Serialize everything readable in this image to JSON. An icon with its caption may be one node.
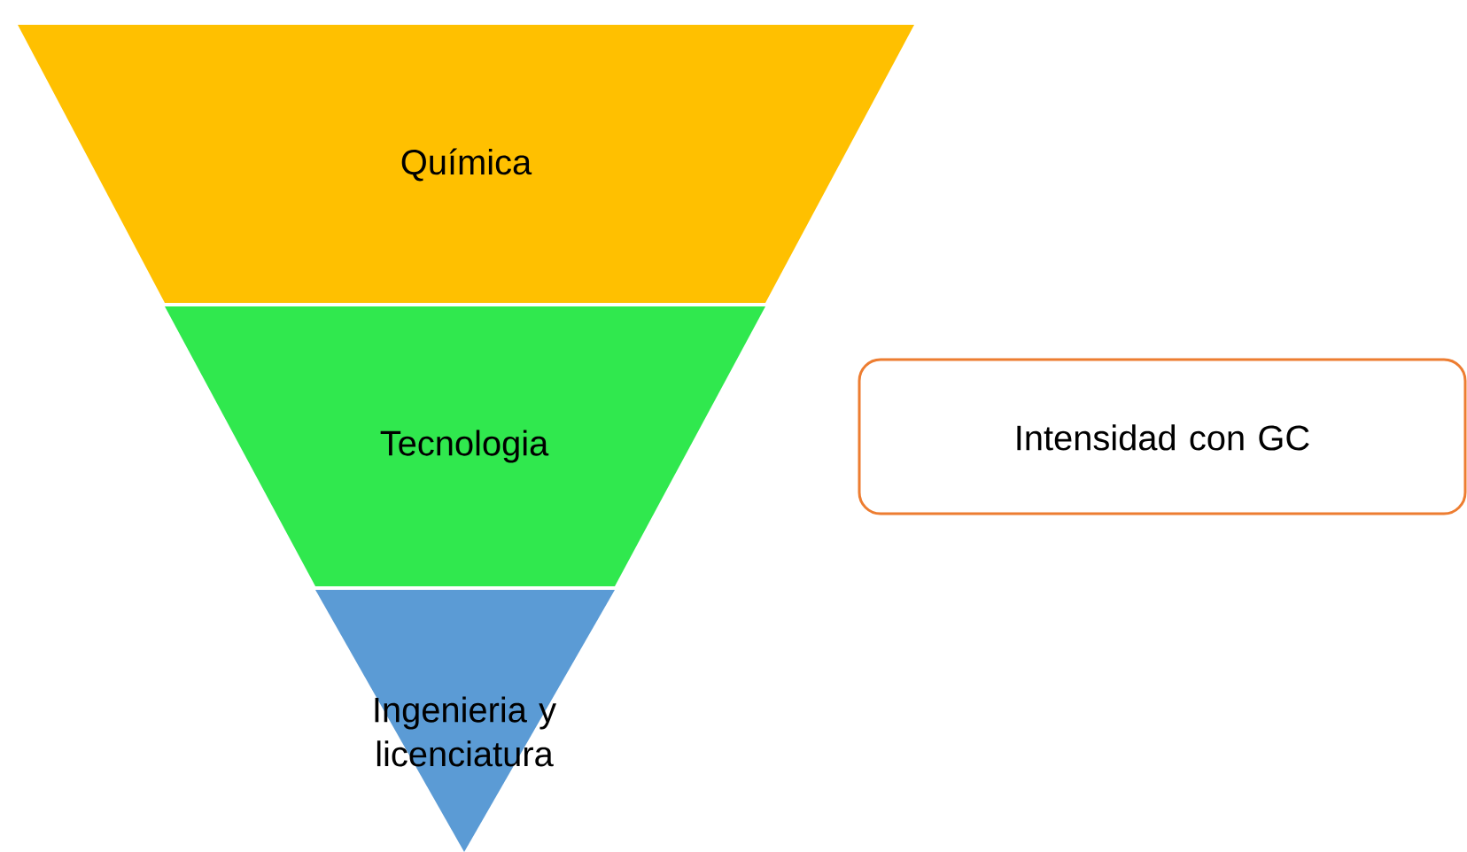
{
  "diagram": {
    "nodes": [
      {
        "text": [
          "Química"
        ]
      },
      {
        "text": [
          "Tecnologia"
        ]
      },
      {
        "text": [
          "Ingenieria y licenciatura"
        ]
      },
      {
        "text": [
          "Intensidad con GC"
        ]
      }
    ]
  }
}
